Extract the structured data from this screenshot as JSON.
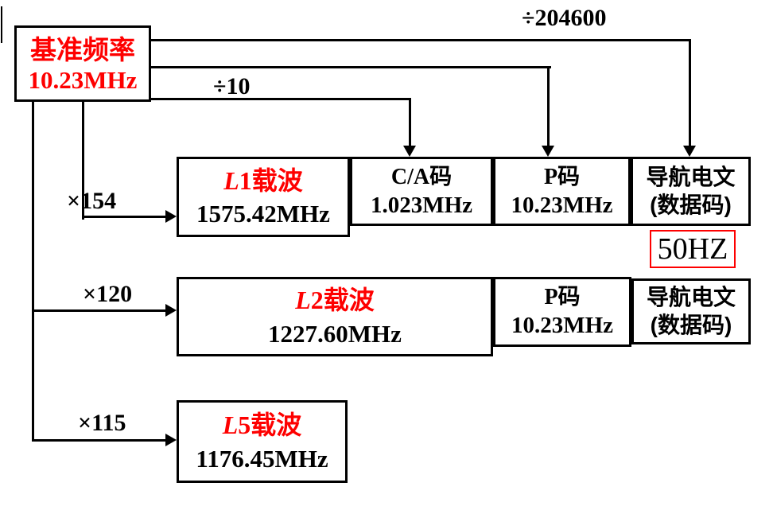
{
  "colors": {
    "accent_red": "#fe0000",
    "line": "#000000",
    "background": "#ffffff"
  },
  "source": {
    "name": "基准频率",
    "freq": "10.23MHz"
  },
  "connectors": {
    "div204600": "÷204600",
    "div10": "÷10",
    "mul154": "×154",
    "mul120": "×120",
    "mul115": "×115"
  },
  "l1_row": {
    "carrier": {
      "letter": "L",
      "number": "1",
      "cn": "载波",
      "freq": "1575.42MHz"
    },
    "ca_code": {
      "name": "C/A码",
      "freq": "1.023MHz"
    },
    "p_code": {
      "name": "P码",
      "freq": "10.23MHz"
    },
    "nav": {
      "line1": "导航电文",
      "line2": "(数据码)"
    },
    "nav_rate": "50HZ"
  },
  "l2_row": {
    "carrier": {
      "letter": "L",
      "number": "2",
      "cn": "载波",
      "freq": "1227.60MHz"
    },
    "p_code": {
      "name": "P码",
      "freq": "10.23MHz"
    },
    "nav": {
      "line1": "导航电文",
      "line2": "(数据码)"
    }
  },
  "l5_row": {
    "carrier": {
      "letter": "L",
      "number": "5",
      "cn": "载波",
      "freq": "1176.45MHz"
    }
  }
}
